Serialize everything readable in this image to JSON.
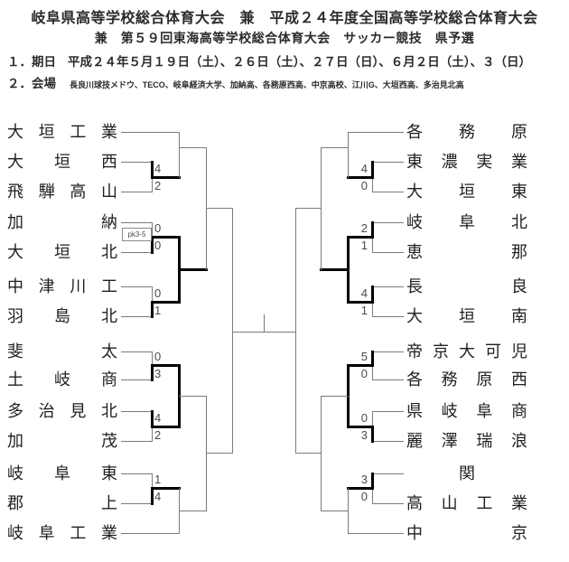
{
  "header": {
    "title_line1": "岐阜県高等学校総合体育大会　兼　平成２４年度全国高等学校総合体育大会",
    "title_line2": "兼　第５９回東海高等学校総合体育大会　サッカー競技　県予選",
    "schedule_label": "１．期日",
    "schedule_text": "平成２４年５月１９日（土）、２６日（土）、２７日（日）、６月２日（土）、３（日）",
    "venue_label": "２．会場",
    "venue_text": "長良川球技メドウ、TECO、岐阜経済大学、加納高、各務原西高、中京高校、江川G、大垣西高、多治見北高"
  },
  "bracket": {
    "left": {
      "teams": [
        "大垣工業",
        "大垣西",
        "飛騨高山",
        "加納",
        "大垣北",
        "中津川工",
        "羽島北",
        "斐太",
        "土岐商",
        "多治見北",
        "加茂",
        "岐阜東",
        "郡上",
        "岐阜工業"
      ],
      "matches": [
        {
          "top": "大垣西",
          "bottom": "飛騨高山",
          "score_top": "4",
          "score_bottom": "2",
          "winner": "top",
          "note": ""
        },
        {
          "top": "加納",
          "bottom": "大垣北",
          "score_top": "0",
          "score_bottom": "0",
          "winner": "bottom",
          "note": "pk3-5"
        },
        {
          "top": "中津川工",
          "bottom": "羽島北",
          "score_top": "0",
          "score_bottom": "1",
          "winner": "bottom",
          "note": ""
        },
        {
          "top": "斐太",
          "bottom": "土岐商",
          "score_top": "0",
          "score_bottom": "3",
          "winner": "bottom",
          "note": ""
        },
        {
          "top": "多治見北",
          "bottom": "加茂",
          "score_top": "4",
          "score_bottom": "2",
          "winner": "top",
          "note": ""
        },
        {
          "top": "岐阜東",
          "bottom": "郡上",
          "score_top": "1",
          "score_bottom": "4",
          "winner": "bottom",
          "note": ""
        }
      ]
    },
    "right": {
      "teams": [
        "各務原",
        "東濃実業",
        "大垣東",
        "岐阜北",
        "恵那",
        "長良",
        "大垣南",
        "帝京大可児",
        "各務原西",
        "県岐阜商",
        "麗澤瑞浪",
        "関",
        "高山工業",
        "中京"
      ],
      "matches": [
        {
          "top": "東濃実業",
          "bottom": "大垣東",
          "score_top": "4",
          "score_bottom": "0",
          "winner": "top",
          "note": ""
        },
        {
          "top": "岐阜北",
          "bottom": "恵那",
          "score_top": "2",
          "score_bottom": "1",
          "winner": "top",
          "note": ""
        },
        {
          "top": "長良",
          "bottom": "大垣南",
          "score_top": "4",
          "score_bottom": "1",
          "winner": "top",
          "note": ""
        },
        {
          "top": "帝京大可児",
          "bottom": "各務原西",
          "score_top": "5",
          "score_bottom": "0",
          "winner": "top",
          "note": ""
        },
        {
          "top": "県岐阜商",
          "bottom": "麗澤瑞浪",
          "score_top": "0",
          "score_bottom": "3",
          "winner": "bottom",
          "note": ""
        },
        {
          "top": "関",
          "bottom": "高山工業",
          "score_top": "3",
          "score_bottom": "0",
          "winner": "top",
          "note": ""
        }
      ]
    }
  },
  "colors": {
    "thin_line": "#7a7a7a",
    "bold_line": "#000000",
    "text": "#2b2b2b",
    "score": "#4a4a52"
  }
}
